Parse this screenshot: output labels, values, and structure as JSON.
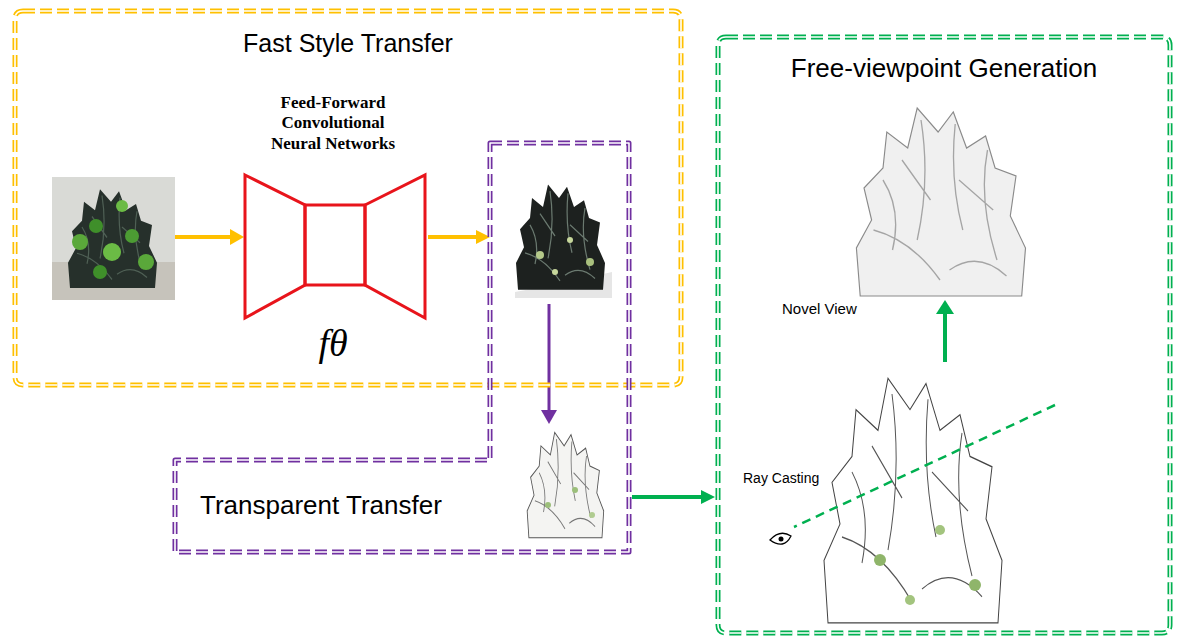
{
  "diagram": {
    "nodes": [
      {
        "text": [
          "Fast Style Transfer"
        ]
      },
      {
        "text": [
          "Feed-Forward Convolutional Neural Networks",
          "fθ"
        ],
        "in": 0
      },
      {
        "text": [
          "Transparent Transfer"
        ]
      },
      {
        "text": [
          "Free-viewpoint Generation"
        ]
      }
    ],
    "edges": [
      {
        "from": 1,
        "to": 2,
        "arrow": "to"
      },
      {
        "from": 2,
        "to": 3,
        "arrow": "to"
      }
    ],
    "labels": [
      "Novel View",
      "Ray Casting"
    ]
  }
}
